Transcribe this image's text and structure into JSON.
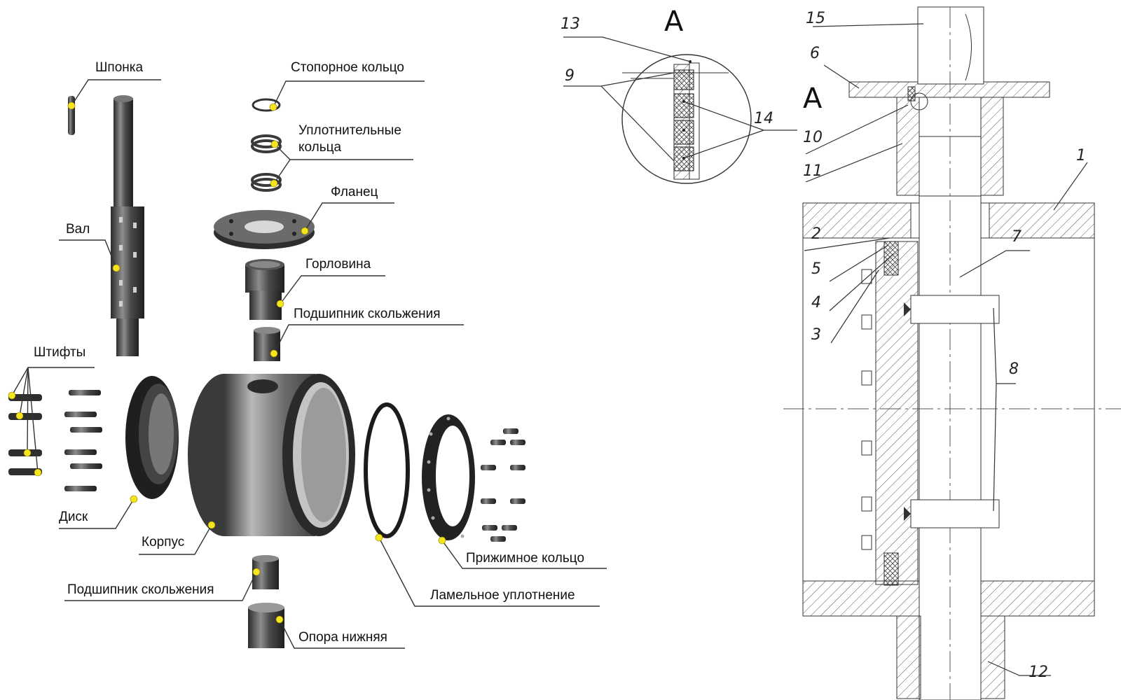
{
  "exploded_labels": {
    "key": "Шпонка",
    "retaining_ring": "Стопорное кольцо",
    "seal_rings_1": "Уплотнительные",
    "seal_rings_2": "кольца",
    "flange": "Фланец",
    "shaft": "Вал",
    "neck": "Горловина",
    "plain_bearing_top": "Подшипник скольжения",
    "pins": "Штифты",
    "disc": "Диск",
    "body": "Корпус",
    "plain_bearing_bottom": "Подшипник скольжения",
    "lamellar_seal": "Ламельное уплотнение",
    "clamp_ring": "Прижимное кольцо",
    "lower_support": "Опора нижняя"
  },
  "drawing_callouts": {
    "section_letter": "А",
    "n1": "1",
    "n2": "2",
    "n3": "3",
    "n4": "4",
    "n5": "5",
    "n6": "6",
    "n7": "7",
    "n8": "8",
    "n9": "9",
    "n10": "10",
    "n11": "11",
    "n12": "12",
    "n13": "13",
    "n14": "14",
    "n15": "15"
  },
  "colors": {
    "marker": "#f4e51c",
    "metal_dark": "#3e3e3e",
    "metal_light": "#9a9a9a",
    "line": "#333333"
  }
}
